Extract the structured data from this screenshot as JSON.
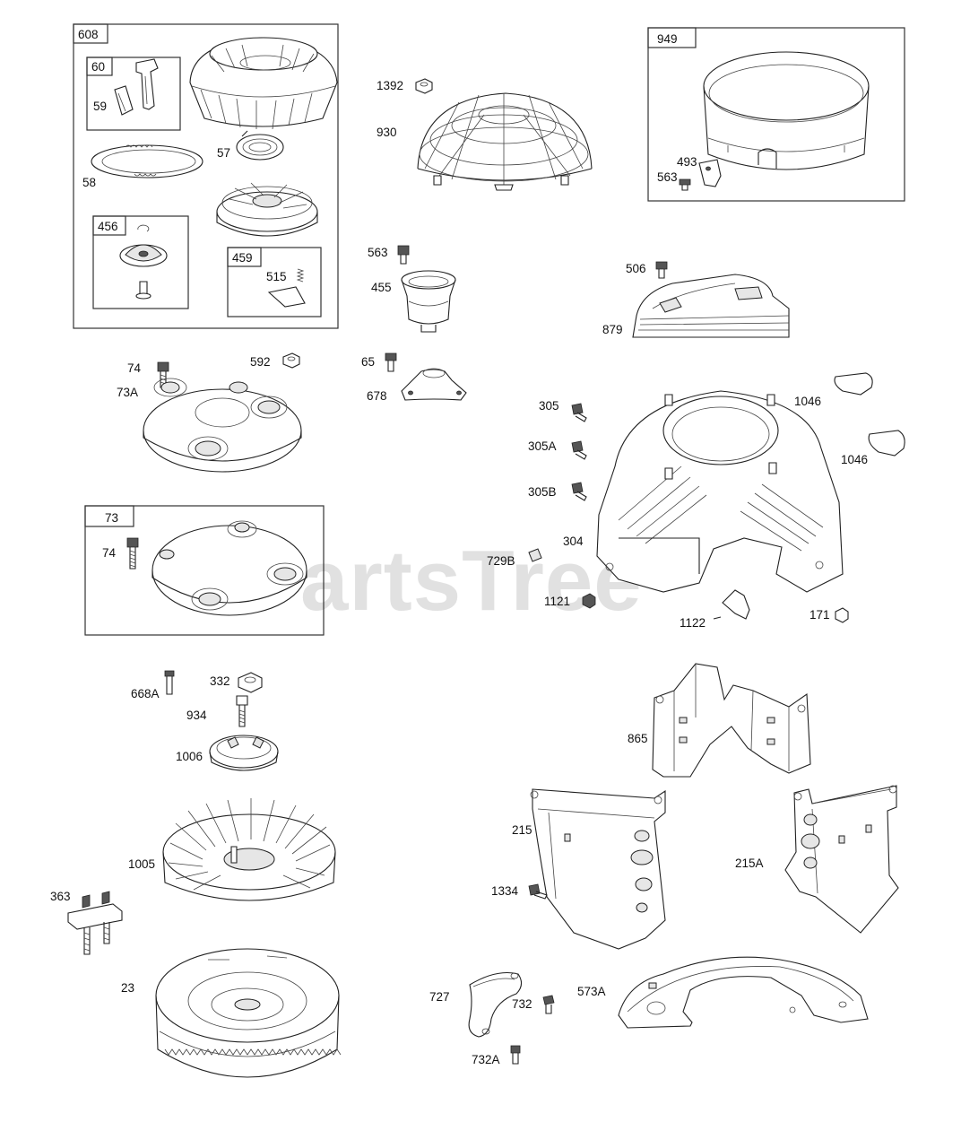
{
  "watermark": {
    "text": "PartsTree",
    "tm": "™"
  },
  "boxes": {
    "b608": "608",
    "b60": "60",
    "b456": "456",
    "b459": "459",
    "b949": "949",
    "b73": "73"
  },
  "labels": {
    "l59": "59",
    "l57": "57",
    "l58": "58",
    "l515": "515",
    "l1392": "1392",
    "l930": "930",
    "l563a": "563",
    "l455": "455",
    "l493": "493",
    "l563b": "563",
    "l506": "506",
    "l879": "879",
    "l74a": "74",
    "l592": "592",
    "l73A": "73A",
    "l65": "65",
    "l678": "678",
    "l305": "305",
    "l305A": "305A",
    "l305B": "305B",
    "l304": "304",
    "l729B": "729B",
    "l1121": "1121",
    "l1122": "1122",
    "l171": "171",
    "l1046a": "1046",
    "l1046b": "1046",
    "l74b": "74",
    "l668A": "668A",
    "l332": "332",
    "l934": "934",
    "l1006": "1006",
    "l1005": "1005",
    "l363": "363",
    "l23": "23",
    "l865": "865",
    "l215": "215",
    "l215A": "215A",
    "l1334": "1334",
    "l727": "727",
    "l732": "732",
    "l732A": "732A",
    "l573A": "573A"
  }
}
